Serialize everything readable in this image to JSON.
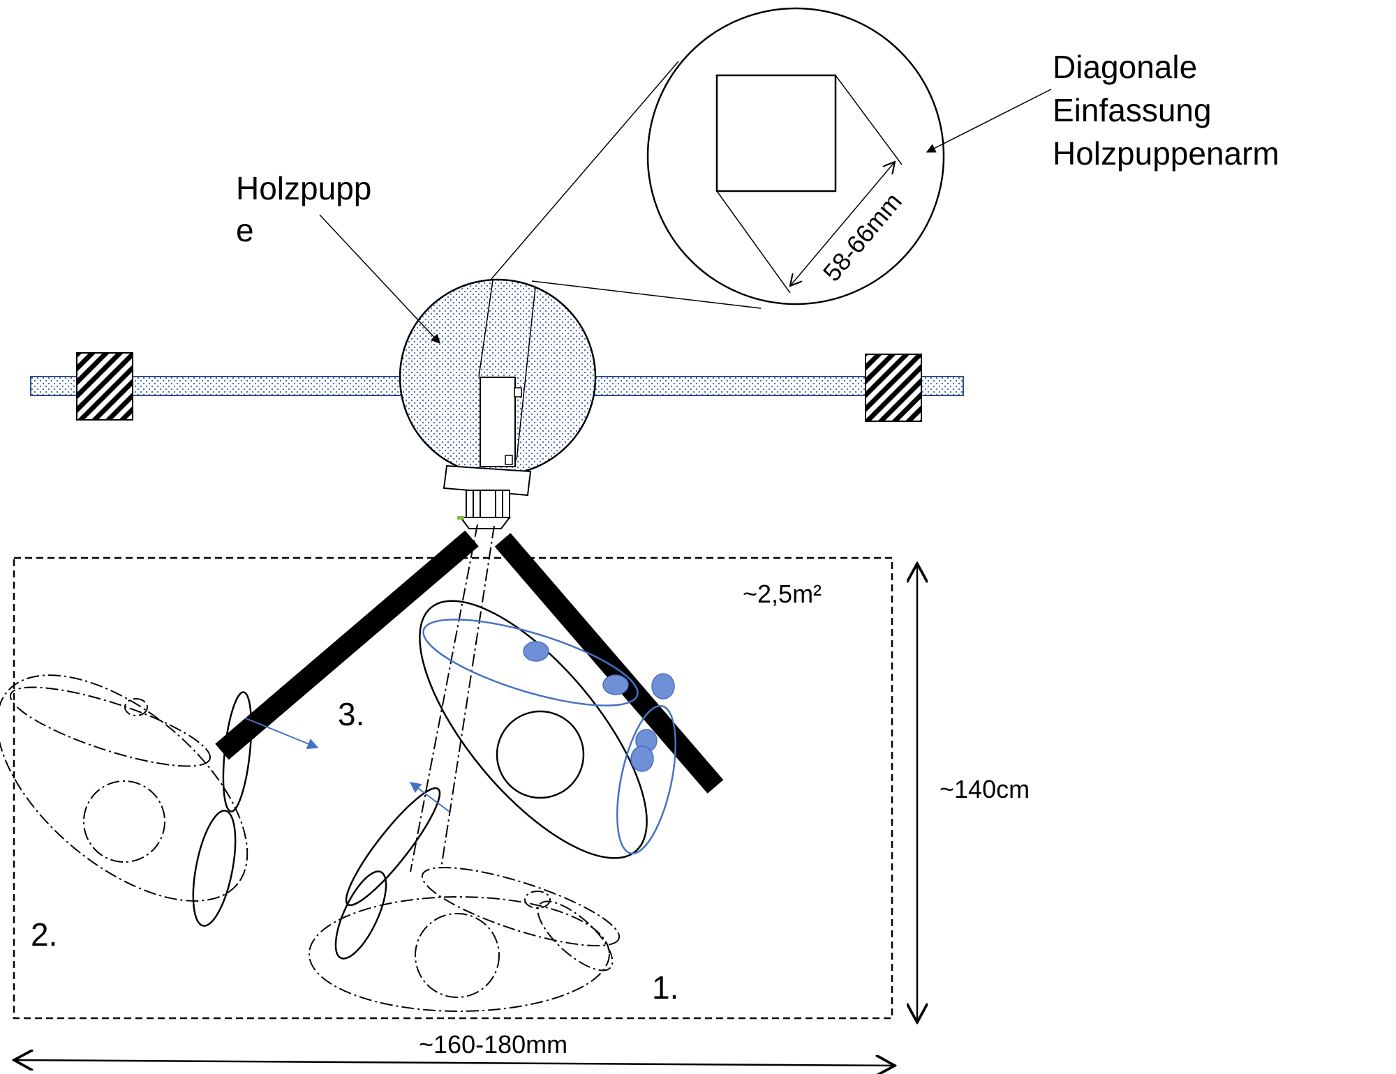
{
  "labels": {
    "holzpuppe_line1": "Holzpupp",
    "holzpuppe_line2": "e",
    "detail_line1": "Diagonale",
    "detail_line2": "Einfassung",
    "detail_line3": "Holzpuppenarm",
    "dimension_diagonal": "58-66mm",
    "area": "~2,5m²",
    "height": "~140cm",
    "width": "~160-180mm",
    "position_1": "1.",
    "position_2": "2.",
    "position_3": "3."
  },
  "colors": {
    "line": "#000000",
    "blue": "#4472c4",
    "blue_fill": "#6f8fd6",
    "pattern": "#3a5fb0"
  }
}
